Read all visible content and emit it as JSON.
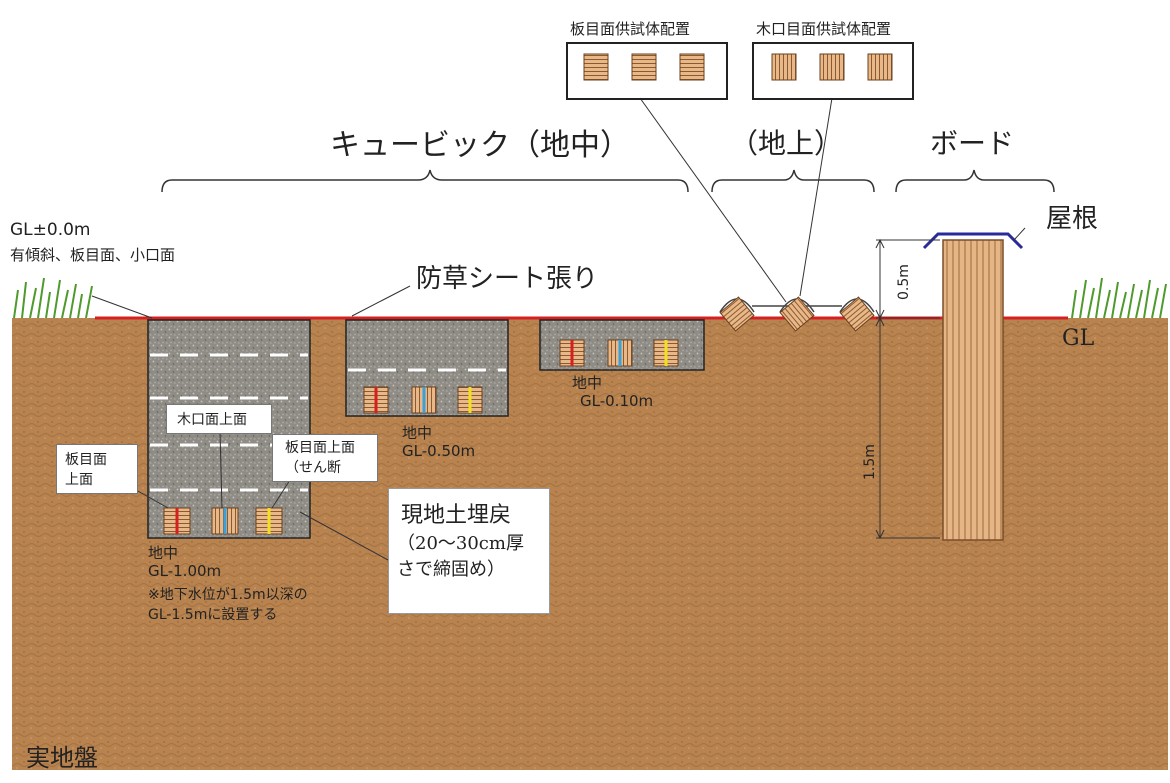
{
  "labels": {
    "cube_underground": "キュービック（地中）",
    "above_ground": "（地上）",
    "board": "ボード",
    "roof": "屋根",
    "gl_zero": "GL±0.0m",
    "gl_zero_sub": "有傾斜、板目面、小口面",
    "weed_sheet": "防草シート張り",
    "gl": "GL",
    "height_05": "0.5m",
    "height_15": "1.5m",
    "bedrock": "実地盤",
    "pit_010_label": "地中",
    "pit_010_depth": "GL-0.10m",
    "pit_050_label": "地中",
    "pit_050_depth": "GL-0.50m",
    "pit_100_label": "地中",
    "pit_100_depth": "GL-1.00m",
    "pit_100_note1": "※地下水位が1.5m以深の",
    "pit_100_note2": "GL-1.5mに設置する",
    "callout_koguchi_top": "木口面上面",
    "callout_itame_top_1": "板目面",
    "callout_itame_top_2": "上面",
    "callout_itame_shear_1": "板目面上面",
    "callout_itame_shear_2": "（せん断",
    "backfill_1": "現地土埋戻",
    "backfill_2": "（20～30cm厚",
    "backfill_3": "さで締固め）",
    "inset_itame_title": "板目面供試体配置",
    "inset_koguchi_title": "木口目面供試体配置"
  },
  "colors": {
    "soil": "#b8834f",
    "soil_dark": "#9a6a3c",
    "concrete": "#8f8c86",
    "sheet": "#d42020",
    "roof": "#2a2a9a",
    "grass": "#5fae3a",
    "wood": "#e9b889",
    "wood_line": "#8a5a32"
  },
  "icons": [
    "grass-icon",
    "stake-icon",
    "roof-icon"
  ]
}
